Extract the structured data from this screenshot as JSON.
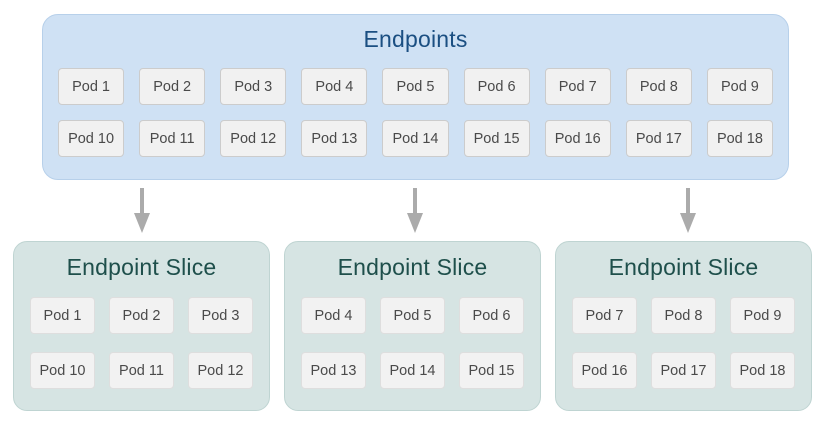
{
  "diagram": {
    "endpoints": {
      "title": "Endpoints",
      "rows": [
        [
          "Pod 1",
          "Pod 2",
          "Pod 3",
          "Pod 4",
          "Pod 5",
          "Pod 6",
          "Pod 7",
          "Pod 8",
          "Pod 9"
        ],
        [
          "Pod 10",
          "Pod 11",
          "Pod 12",
          "Pod 13",
          "Pod 14",
          "Pod 15",
          "Pod 16",
          "Pod 17",
          "Pod 18"
        ]
      ]
    },
    "slices": [
      {
        "title": "Endpoint Slice",
        "rows": [
          [
            "Pod 1",
            "Pod 2",
            "Pod 3"
          ],
          [
            "Pod 10",
            "Pod 11",
            "Pod 12"
          ]
        ]
      },
      {
        "title": "Endpoint Slice",
        "rows": [
          [
            "Pod 4",
            "Pod 5",
            "Pod 6"
          ],
          [
            "Pod 13",
            "Pod 14",
            "Pod 15"
          ]
        ]
      },
      {
        "title": "Endpoint Slice",
        "rows": [
          [
            "Pod 7",
            "Pod 8",
            "Pod 9"
          ],
          [
            "Pod 16",
            "Pod 17",
            "Pod 18"
          ]
        ]
      }
    ]
  },
  "colors": {
    "canvas-bg": "#ffffff",
    "endpoints-bg": "#cfe1f4",
    "endpoints-border": "#b7d0ea",
    "endpoints-title": "#1b4f82",
    "slice-bg": "#d6e4e3",
    "slice-border": "#bfd4d2",
    "slice-title": "#1e4f4b",
    "pod-bg": "#f1f1f1",
    "pod-border": "#cccccc",
    "pod-text": "#4a4a4a",
    "slice-pod-bg": "#f2f2f2",
    "slice-pod-border": "#dedede",
    "arrow": "#ababab"
  }
}
